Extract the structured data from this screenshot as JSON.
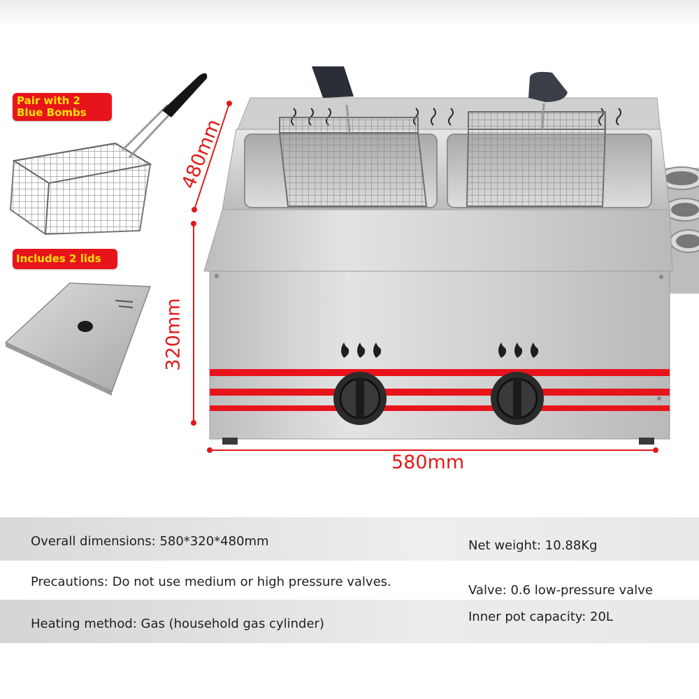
{
  "badges": {
    "basket": "Pair with 2 Blue Bombs",
    "lids": "Includes 2 lids"
  },
  "dimensions": {
    "depth": "480mm",
    "height": "320mm",
    "width": "580mm"
  },
  "specs": {
    "left": [
      "Overall dimensions: 580*320*480mm",
      "Precautions: Do not use medium or high pressure valves.",
      "Heating method: Gas (household gas cylinder)"
    ],
    "right": [
      "Net weight: 10.88Kg",
      "Valve: 0.6 low-pressure valve",
      "Inner pot capacity: 20L"
    ]
  },
  "colors": {
    "accent_red": "#e8141b",
    "badge_text": "#ffe100",
    "dimension_red": "#e11a1a",
    "stainless": "#c9c9c9"
  },
  "icons": [
    "flame-icon",
    "control-knob",
    "fry-basket",
    "fryer-lid"
  ]
}
